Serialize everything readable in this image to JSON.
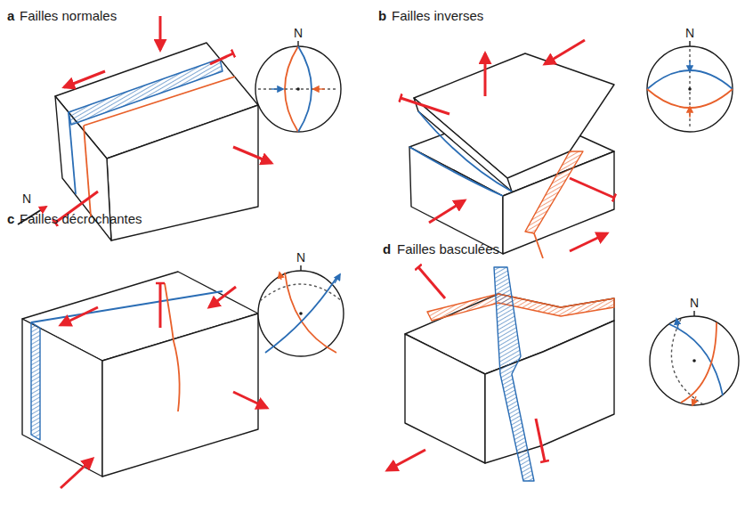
{
  "diagram": {
    "labels": [
      "a",
      "Failles normales",
      "b",
      "Failles inverses",
      "N",
      "N",
      "N",
      "c",
      "Failles décrochantes",
      "N",
      "d",
      "Failles basculées",
      "N"
    ]
  }
}
